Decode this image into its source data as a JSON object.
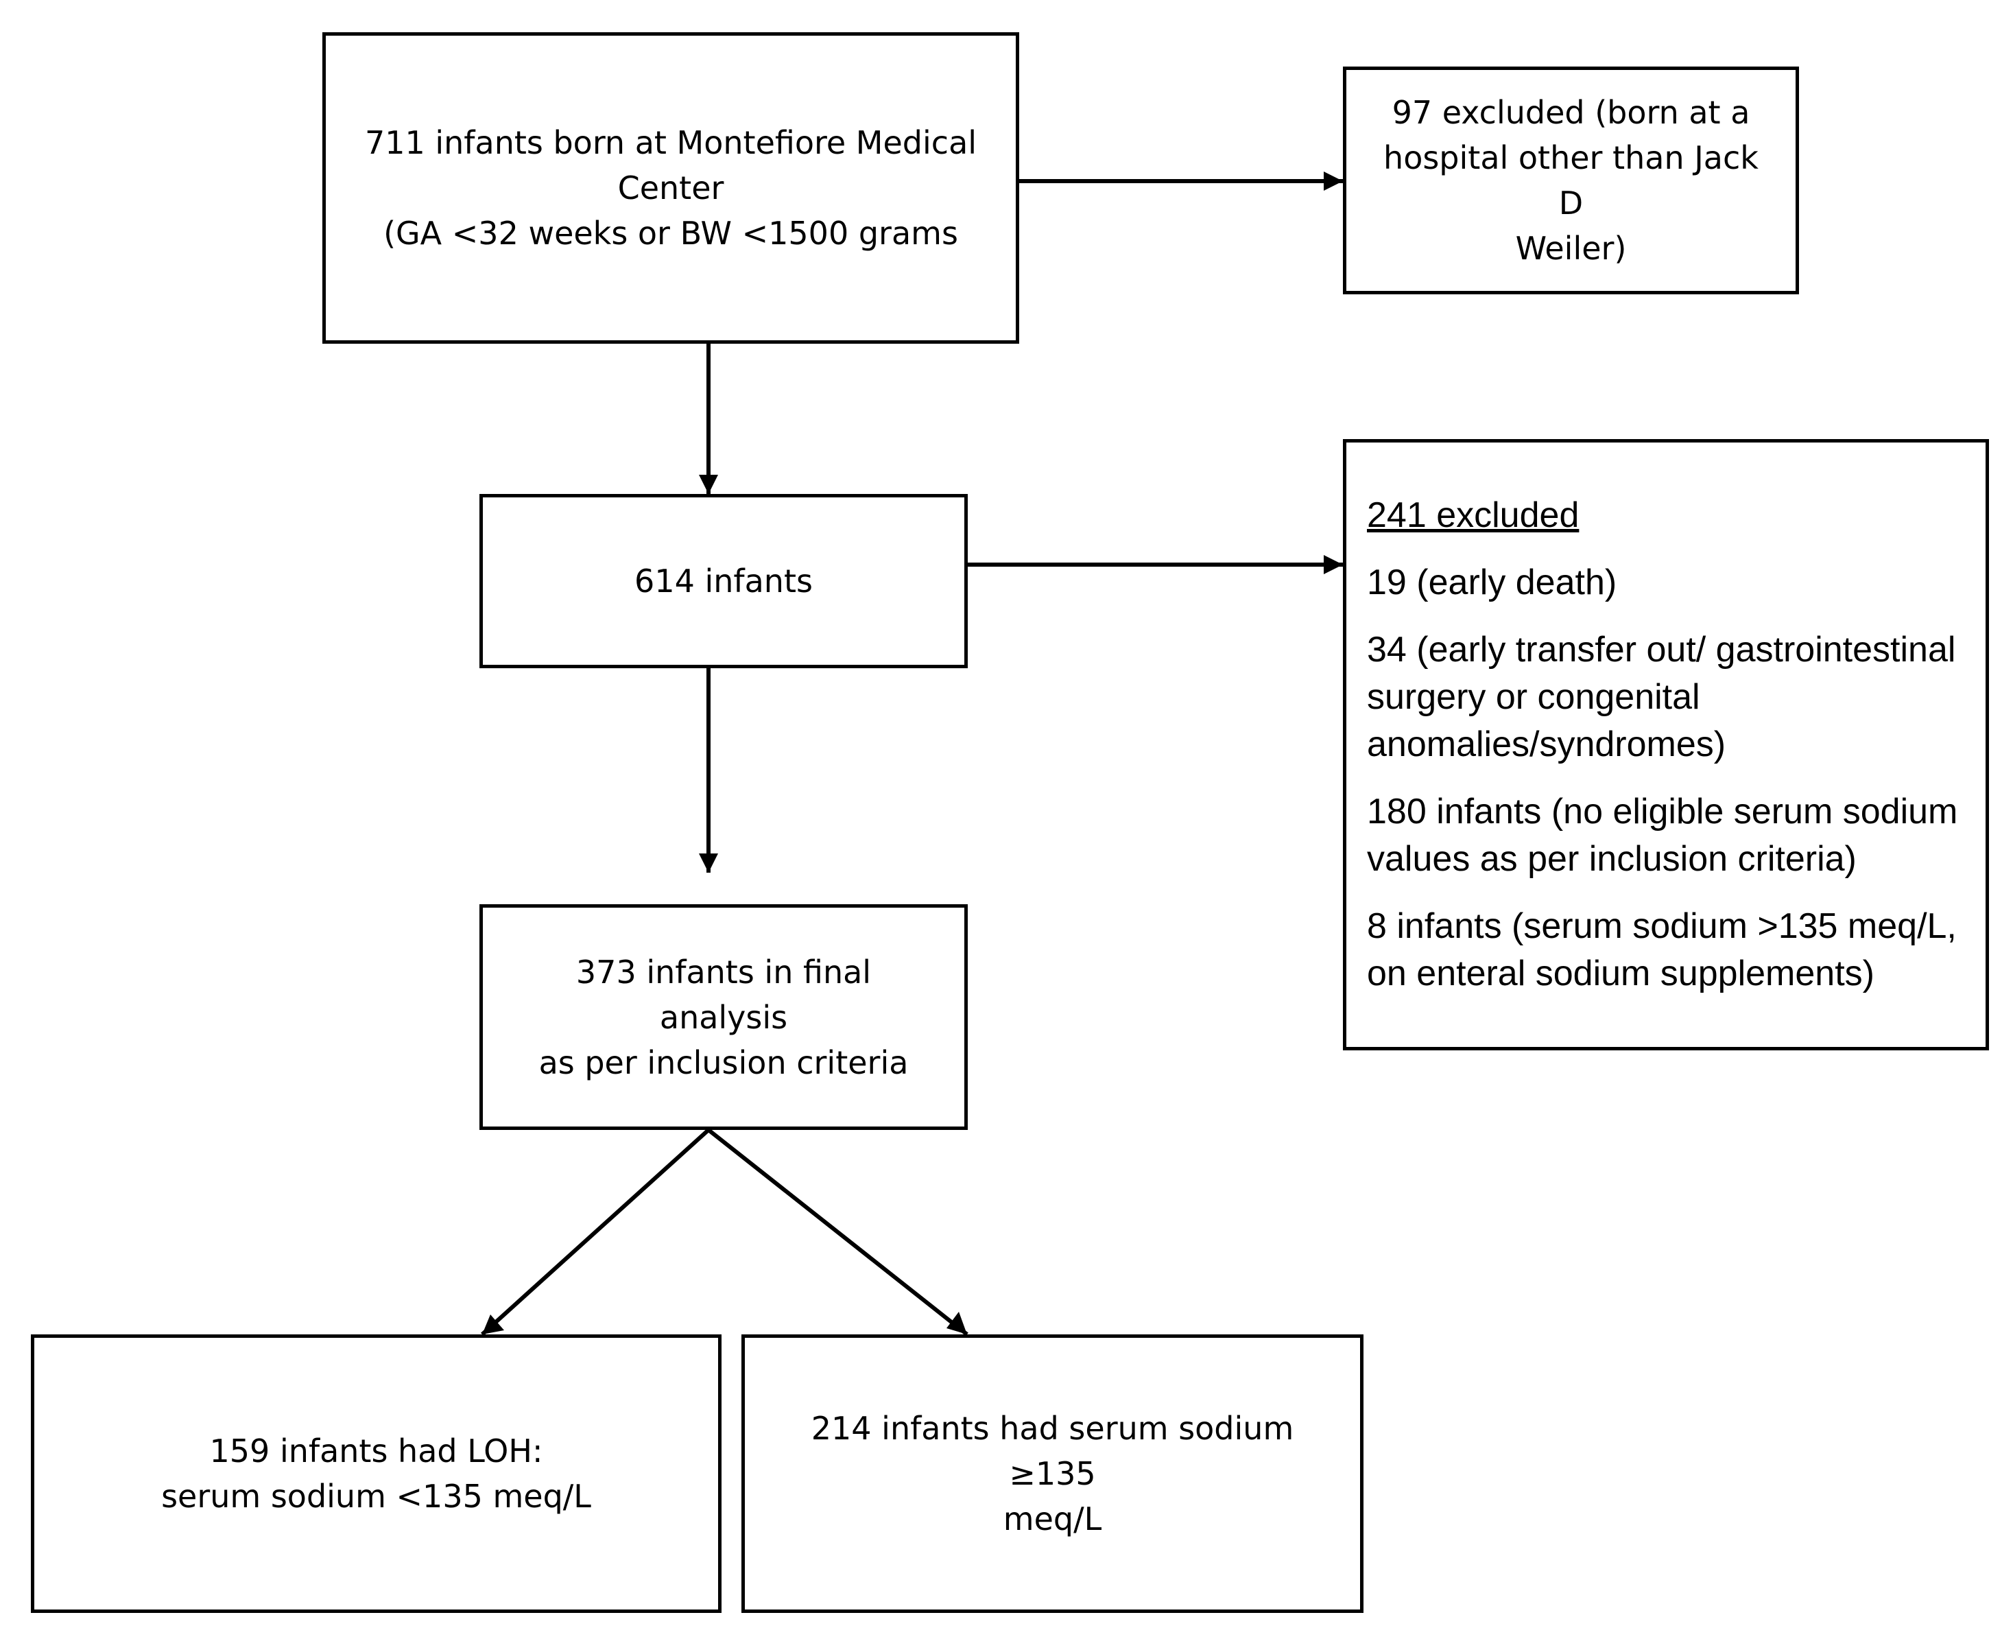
{
  "boxes": {
    "start": {
      "lines": [
        "711 infants born at Montefiore Medical",
        "Center",
        "(GA <32 weeks or BW <1500 grams"
      ]
    },
    "excluded_hospital": {
      "lines": [
        "97 excluded (born at a",
        "hospital other than Jack D",
        "Weiler)"
      ]
    },
    "infants_614": {
      "text": "614 infants"
    },
    "excluded_241": {
      "header": "241 excluded",
      "items": [
        "19 (early death)",
        "34 (early transfer out/ gastrointestinal surgery or congenital anomalies/syndromes)",
        "180 infants (no eligible serum sodium values as per inclusion criteria)",
        "8 infants (serum sodium >135 meq/L, on enteral sodium supplements)"
      ]
    },
    "final_analysis": {
      "lines": [
        "373 infants in final analysis",
        "as per inclusion criteria"
      ]
    },
    "loh": {
      "lines": [
        "159 infants had LOH:",
        "serum sodium <135 meq/L"
      ]
    },
    "normal_sodium": {
      "lines": [
        "214 infants had serum sodium ≥135",
        "meq/L"
      ]
    }
  }
}
